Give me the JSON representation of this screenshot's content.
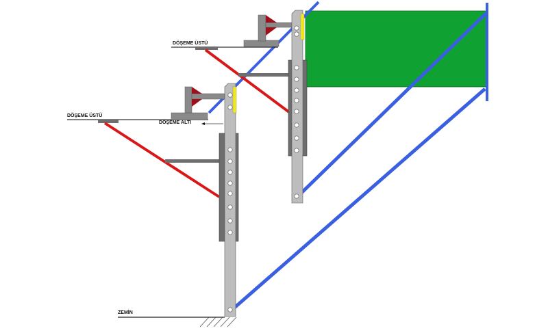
{
  "labels": {
    "upper_floor_top": "DÖŞEME ÜSTÜ",
    "lower_floor_top": "DÖŞEME ÜSTÜ",
    "floor_bottom": "DÖŞEME ALTI",
    "ground": "ZEMİN"
  },
  "colors": {
    "net": "#0fa132",
    "brace_blue": "#3a5fe0",
    "brace_red": "#d81818",
    "steel": "#b9b9b9",
    "sleeve": "#6e6e6e",
    "yellow": "#f2ea1a",
    "wedge": "#a0101a"
  }
}
